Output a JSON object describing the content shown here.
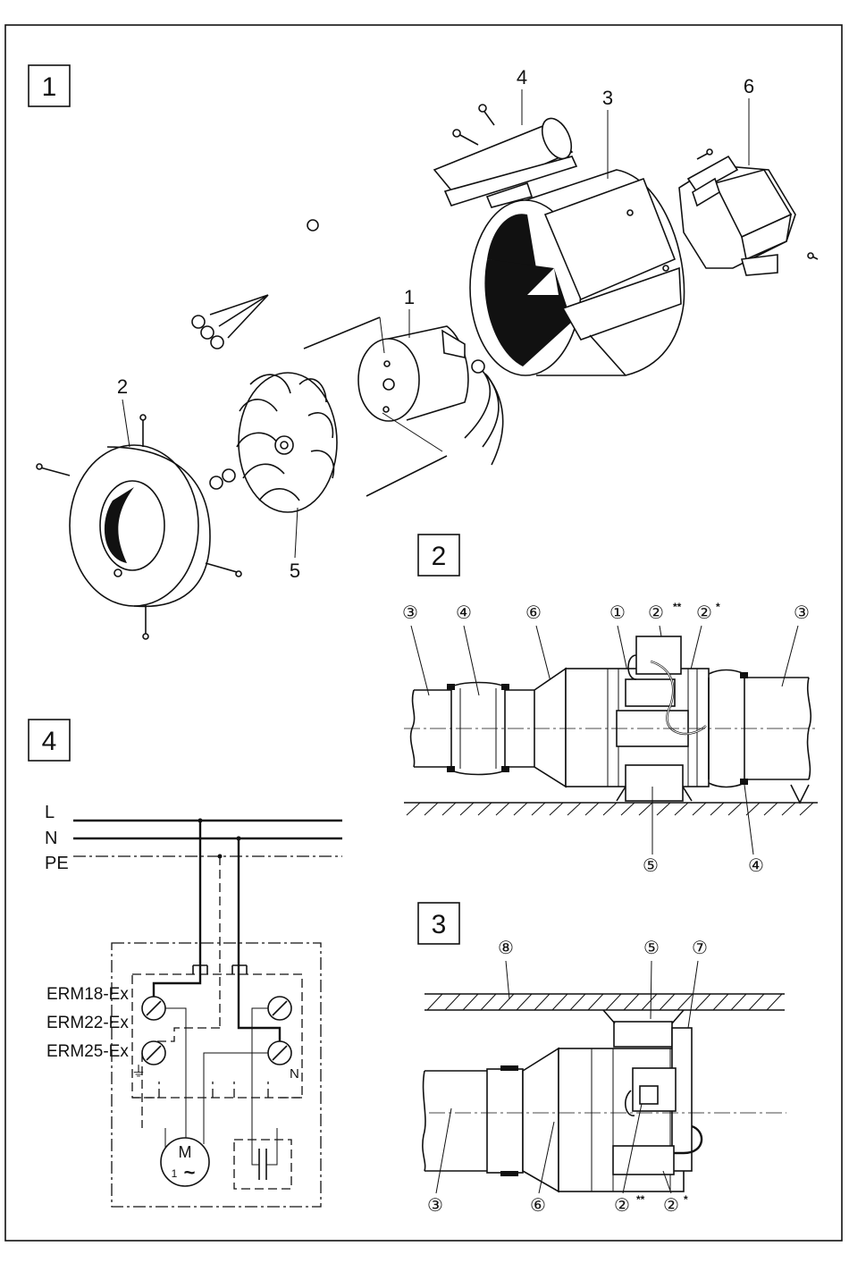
{
  "panels": [
    {
      "id": "1",
      "label": "1"
    },
    {
      "id": "2",
      "label": "2"
    },
    {
      "id": "3",
      "label": "3"
    },
    {
      "id": "4",
      "label": "4"
    }
  ],
  "exploded_view": {
    "part_labels": [
      "1",
      "2",
      "3",
      "4",
      "5",
      "6"
    ]
  },
  "installation_horizontal": {
    "callouts_top": [
      "③",
      "④",
      "⑥",
      "①",
      "②",
      "②",
      "③"
    ],
    "callout_superscripts": [
      "**",
      "*"
    ],
    "callouts_bottom": [
      "⑤",
      "④"
    ]
  },
  "installation_ceiling": {
    "callouts_top": [
      "⑧",
      "⑤",
      "⑦"
    ],
    "callouts_bottom": [
      "③",
      "⑥",
      "②",
      "②"
    ],
    "callout_superscripts": [
      "**",
      "*"
    ]
  },
  "wiring": {
    "line_labels": [
      "L",
      "N",
      "PE"
    ],
    "models": [
      "ERM18-Ex",
      "ERM22-Ex",
      "ERM25-Ex"
    ],
    "terminal_n_label": "N",
    "motor_label": "M",
    "motor_phase": "1",
    "motor_ac_symbol": "~"
  }
}
